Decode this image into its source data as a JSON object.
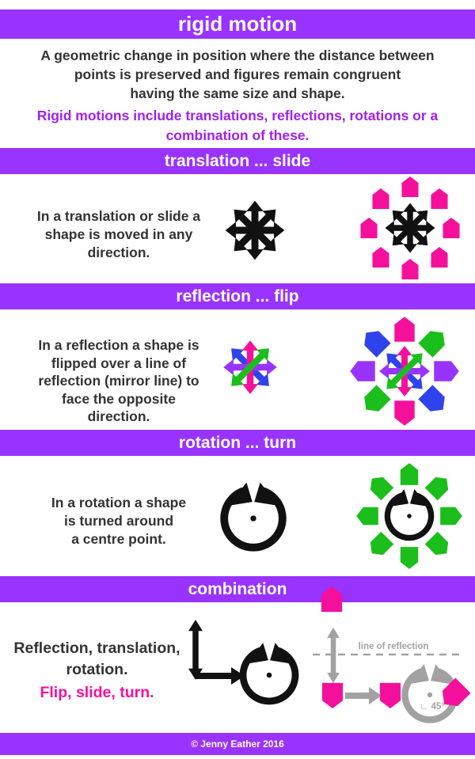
{
  "colors": {
    "bar_purple": "#9933ff",
    "purple_text": "#a020f0",
    "pink": "#f5109c",
    "blue": "#2f43ed",
    "green": "#1cbe1c",
    "ink": "#111111",
    "body_text": "#333333",
    "gray": "#a2a2a2"
  },
  "header": {
    "title": "rigid motion"
  },
  "definition": {
    "black_lines": [
      "A geometric change in position where the distance between",
      "points is preserved and figures remain congruent",
      "having the same size and shape."
    ],
    "purple_lines": [
      "Rigid motions include translations, reflections, rotations or a",
      "combination of these."
    ]
  },
  "sections": {
    "translation": {
      "header": "translation ... slide",
      "text_lines": [
        "In a translation or slide a",
        "shape is moved in any",
        "direction."
      ],
      "icon": "eight-direction-arrows-icon",
      "illustration": "eight pink house-pentagons, all pointing up, ringed around an eight-direction arrow star"
    },
    "reflection": {
      "header": "reflection ... flip",
      "text_lines": [
        "In a reflection a shape is",
        "flipped over a line of",
        "reflection (mirror line) to",
        "face the opposite",
        "direction."
      ],
      "icon": "reflection-axes-arrows-icon",
      "illustration": "eight pentagons (pink, green, purple, blue) mirrored outward around four colored double arrows"
    },
    "rotation": {
      "header": "rotation ... turn",
      "text_lines": [
        "In a rotation a shape",
        "is turned around",
        "a centre point."
      ],
      "icon": "rotation-circle-icon",
      "illustration": "eight green pentagons turned outward around a rotation circle with centre point"
    },
    "combination": {
      "header": "combination",
      "black_lines": [
        "Reflection, translation,",
        "rotation."
      ],
      "pink_line": "Flip, slide, turn.",
      "icon": "combination-move-icon",
      "labels": {
        "line_of_reflection": "line of reflection",
        "angle": "∟ 45°"
      }
    }
  },
  "footer": {
    "copyright": "© Jenny Eather 2016"
  }
}
